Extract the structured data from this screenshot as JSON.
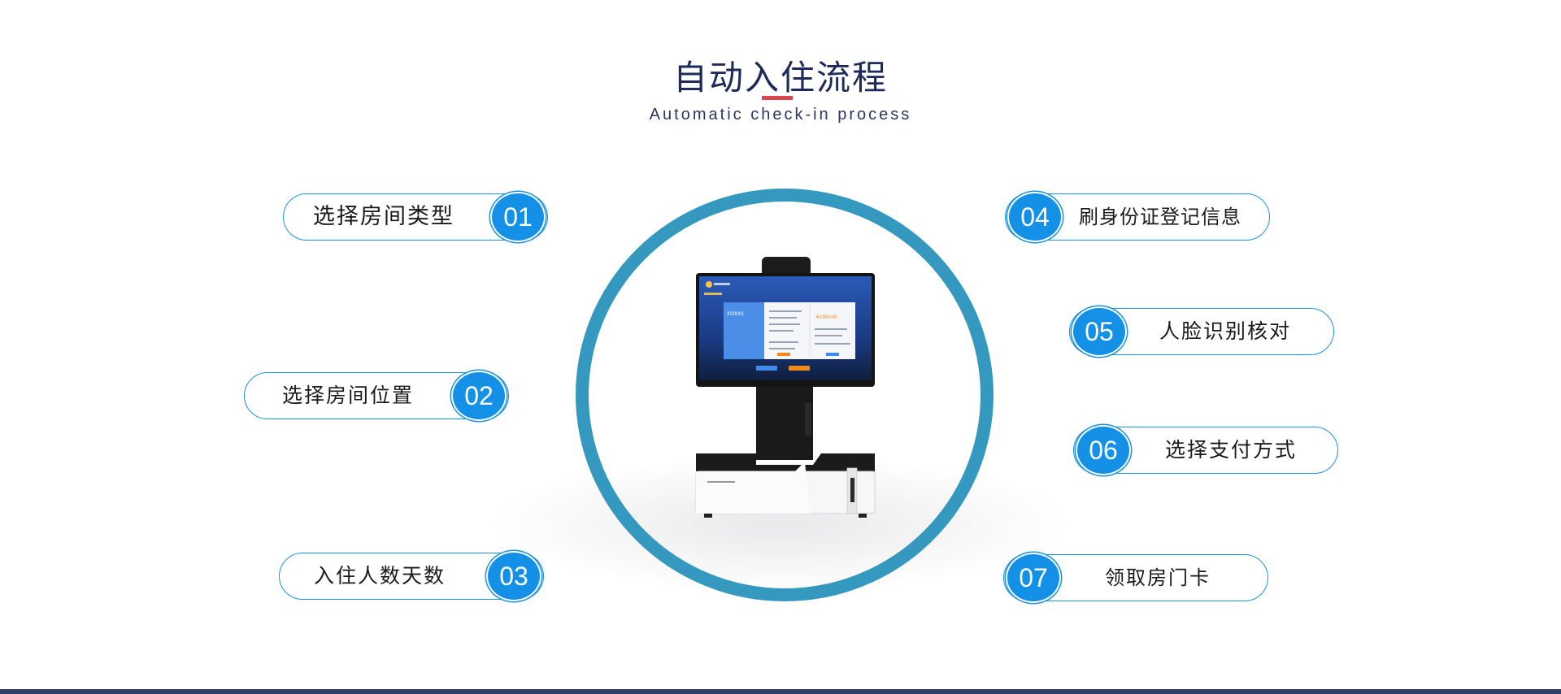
{
  "header": {
    "title": "自动入住流程",
    "subtitle": "Automatic check-in process"
  },
  "steps": [
    {
      "num": "01",
      "label": "选择房间类型"
    },
    {
      "num": "02",
      "label": "选择房间位置"
    },
    {
      "num": "03",
      "label": "入住人数天数"
    },
    {
      "num": "04",
      "label": "刷身份证登记信息"
    },
    {
      "num": "05",
      "label": "人脸识别核对"
    },
    {
      "num": "06",
      "label": "选择支付方式"
    },
    {
      "num": "07",
      "label": "领取房门卡"
    }
  ],
  "kiosk_screen": {
    "room_code": "XS0001",
    "price": "¥1000.00"
  },
  "colors": {
    "accent_blue": "#1490e6",
    "ring": "#3599bf",
    "title": "#1f2a5c",
    "title_underline": "#d8464c",
    "footer": "#2f3f68"
  }
}
